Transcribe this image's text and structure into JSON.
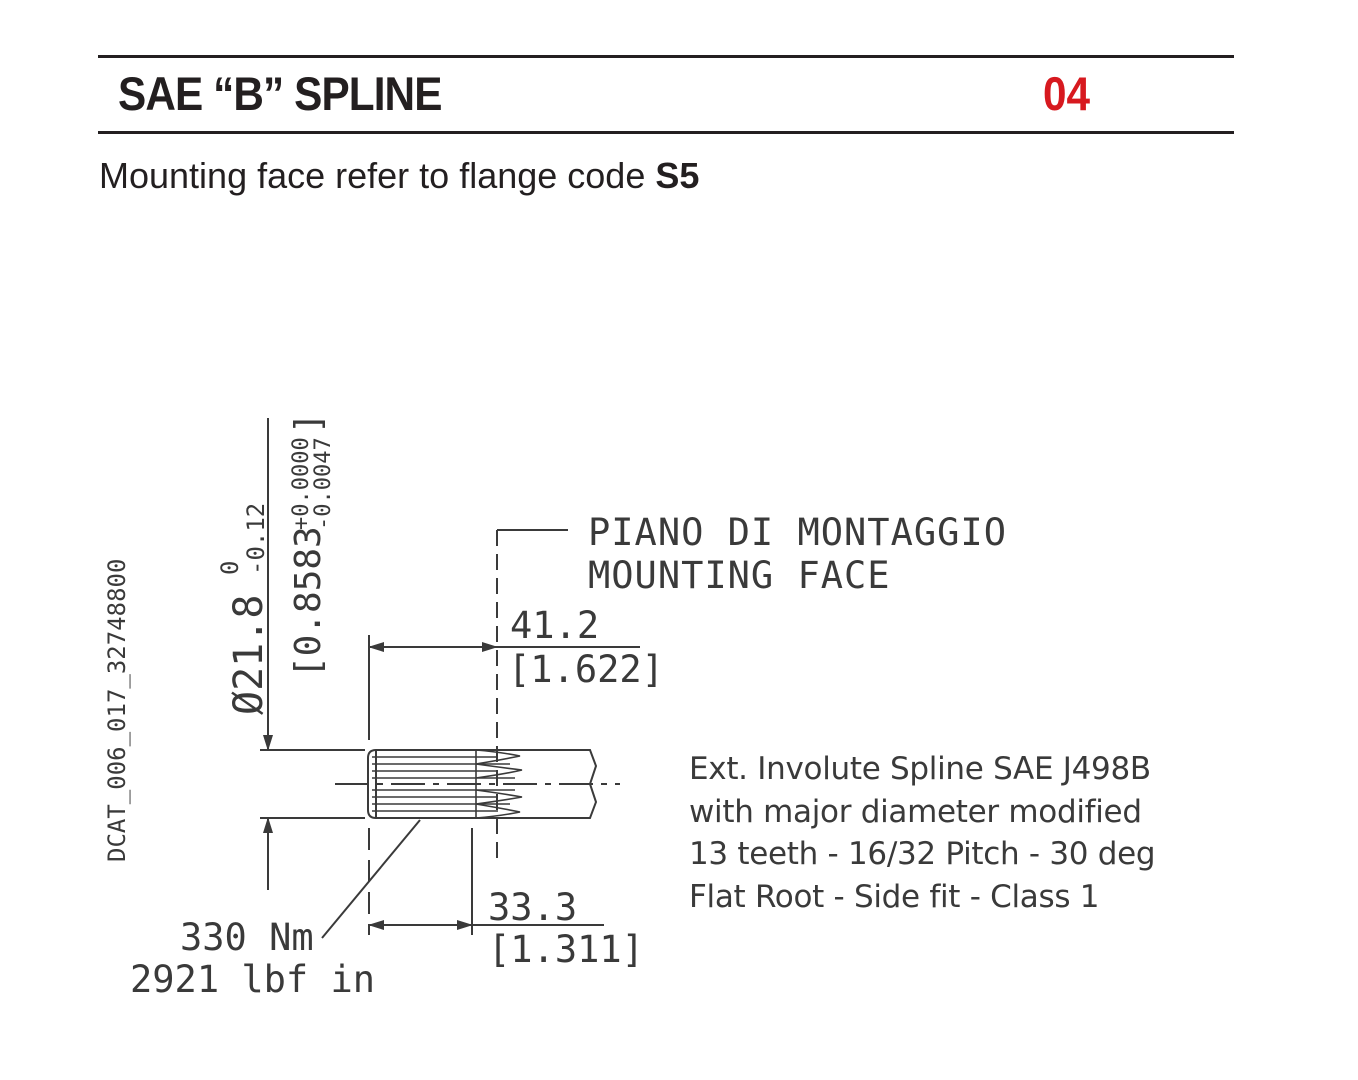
{
  "header": {
    "title": "SAE “B” SPLINE",
    "page_code": "04",
    "accent_color": "#d7191f"
  },
  "subtitle": {
    "text": "Mounting face refer to flange code ",
    "code": "S5"
  },
  "drawing": {
    "ref_id": "DCAT_006_017_32748800",
    "diameter_mm": "Ø21.8",
    "diameter_tol_upper": "0",
    "diameter_tol_lower": "-0.12",
    "diameter_in": "[0.8583",
    "diameter_in_tol_upper": "+0.0000",
    "diameter_in_tol_lower": "-0.0047",
    "diameter_in_close": "]",
    "mounting_face_it": "PIANO DI MONTAGGIO",
    "mounting_face_en": "MOUNTING FACE",
    "length_mm": "41.2",
    "length_in": "[1.622]",
    "spline_length_mm": "33.3",
    "spline_length_in": "[1.311]",
    "torque_nm": "330 Nm",
    "torque_lbf": "2921 lbf in"
  },
  "spec": {
    "lines": [
      "Ext. Involute Spline SAE J498B",
      "with major diameter modified",
      "13 teeth - 16/32 Pitch - 30 deg",
      "Flat Root - Side fit - Class 1"
    ]
  }
}
